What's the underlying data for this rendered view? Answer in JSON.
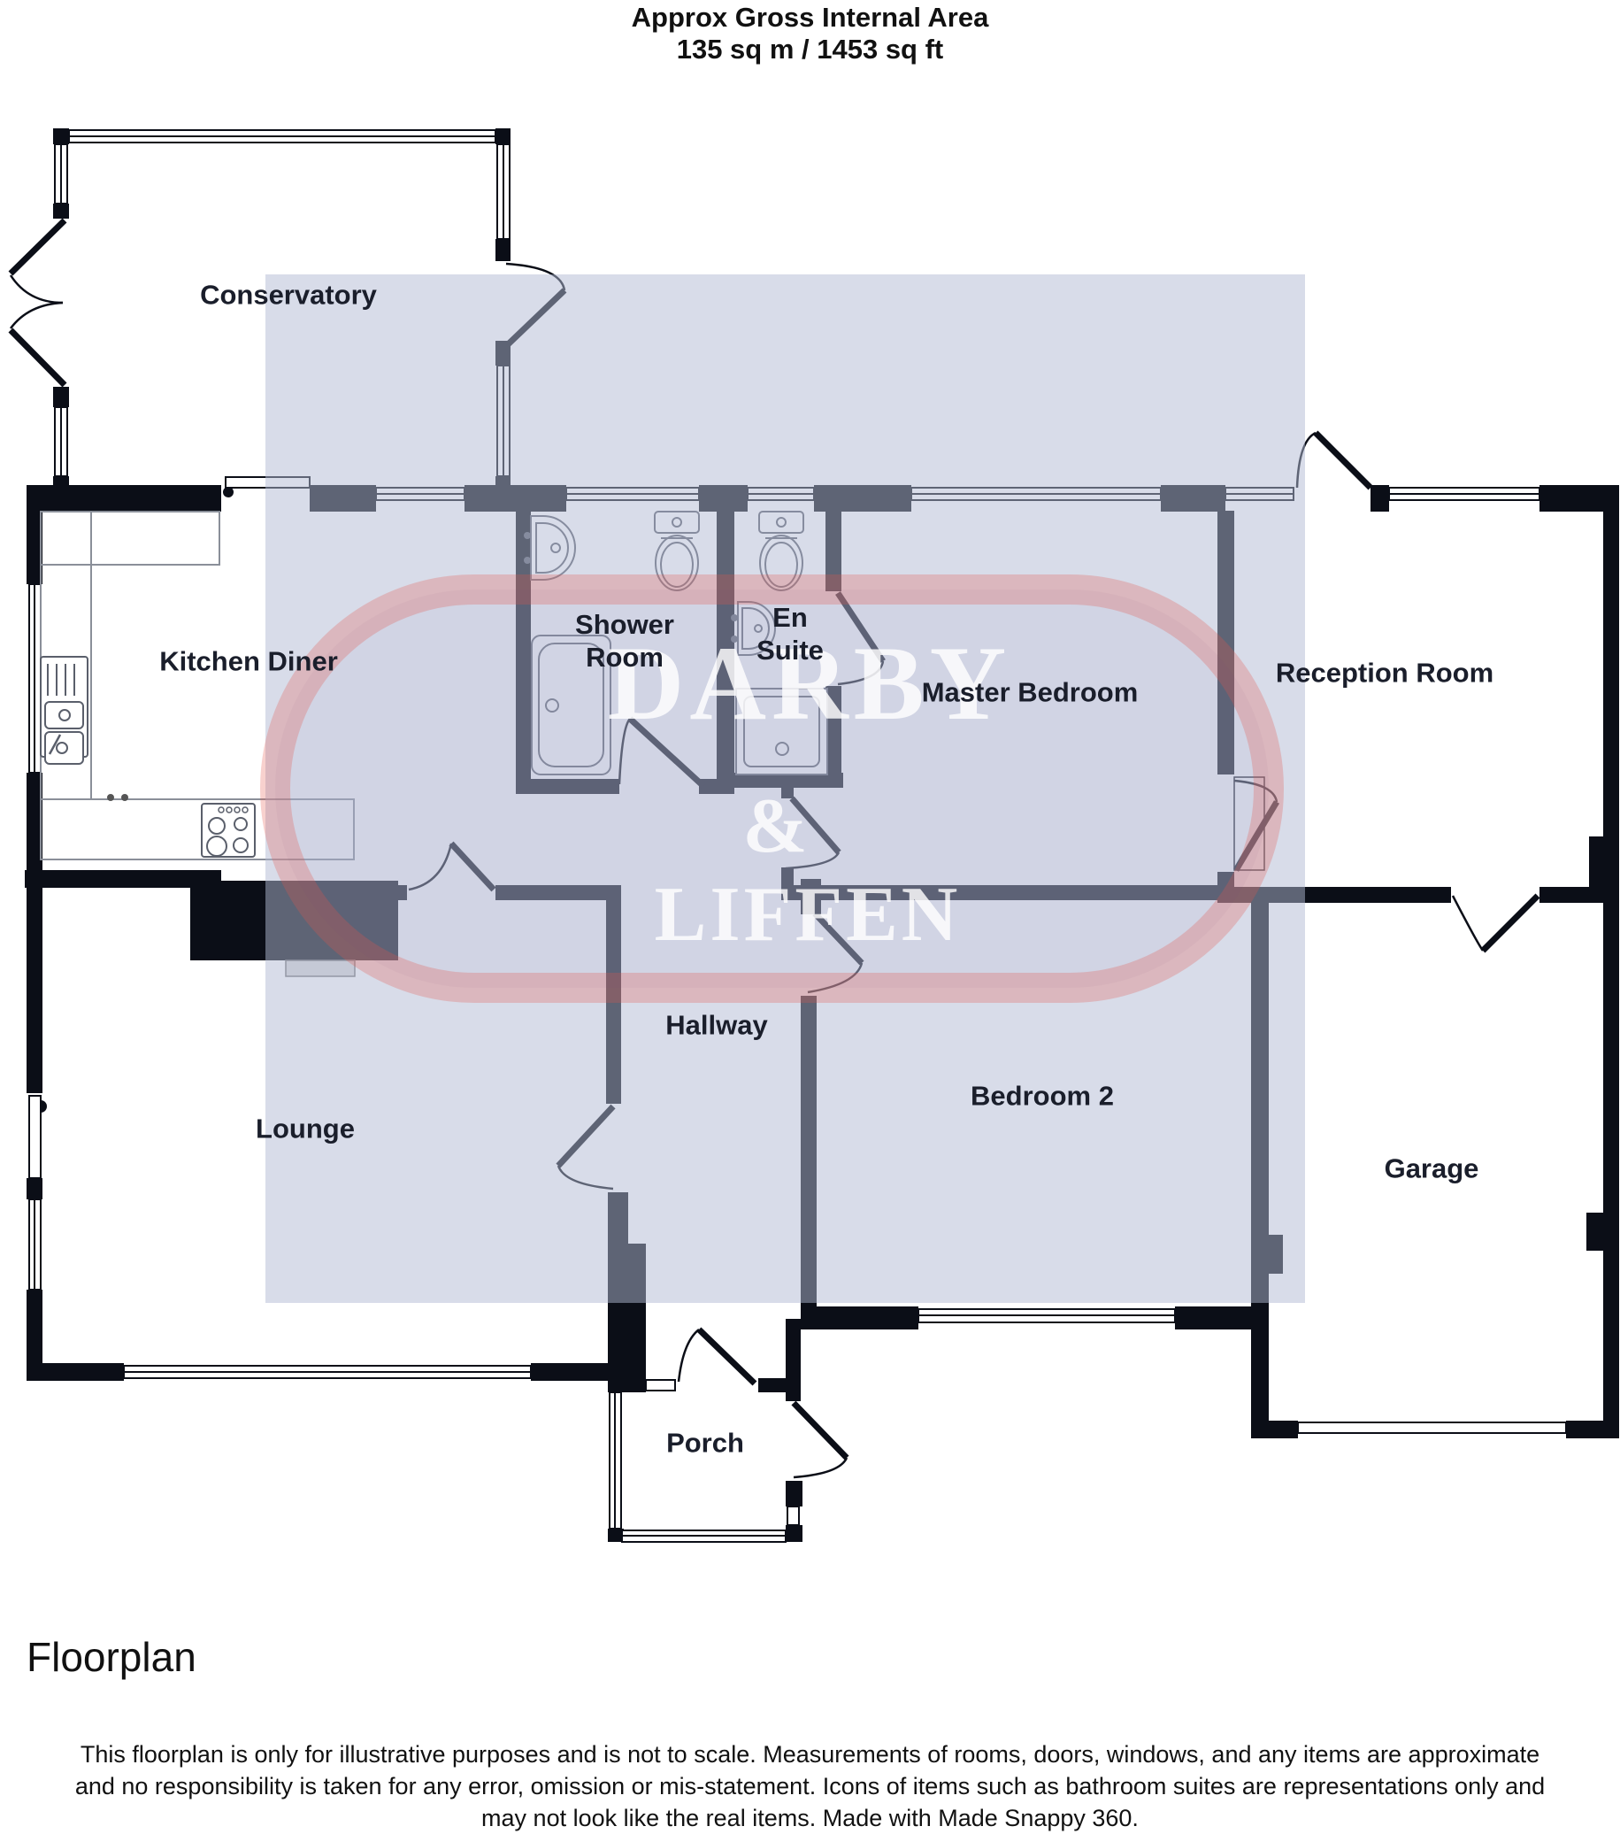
{
  "title": {
    "line1": "Approx Gross Internal Area",
    "line2": "135 sq m / 1453 sq ft"
  },
  "watermark": {
    "line1": "DARBY",
    "line2": "&",
    "line3": "LIFFEN",
    "panel_color": "#b1bad3",
    "ring_color": "#e6554b",
    "text_color": "#ffffff"
  },
  "rooms": [
    {
      "id": "conservatory",
      "line1": "Conservatory"
    },
    {
      "id": "kitchen-diner",
      "line1": "Kitchen Diner"
    },
    {
      "id": "shower-room",
      "line1": "Shower",
      "line2": "Room"
    },
    {
      "id": "en-suite",
      "line1": "En",
      "line2": "Suite"
    },
    {
      "id": "master-bedroom",
      "line1": "Master Bedroom"
    },
    {
      "id": "reception-room",
      "line1": "Reception Room"
    },
    {
      "id": "hallway",
      "line1": "Hallway"
    },
    {
      "id": "bedroom-2",
      "line1": "Bedroom 2"
    },
    {
      "id": "lounge",
      "line1": "Lounge"
    },
    {
      "id": "garage",
      "line1": "Garage"
    },
    {
      "id": "porch",
      "line1": "Porch"
    }
  ],
  "footer": {
    "heading": "Floorplan",
    "disclaimer_line1": "This floorplan is only for illustrative purposes and is not to scale. Measurements of rooms, doors, windows, and any items are approximate",
    "disclaimer_line2": "and no responsibility is taken for any error, omission or mis-statement. Icons of items such as bathroom suites are representations only and",
    "disclaimer_line3": "may not look like the real items. Made with Made Snappy 360."
  },
  "colors": {
    "wall": "#0b0e17",
    "background": "#ffffff",
    "label_text": "#1a1e2b"
  }
}
